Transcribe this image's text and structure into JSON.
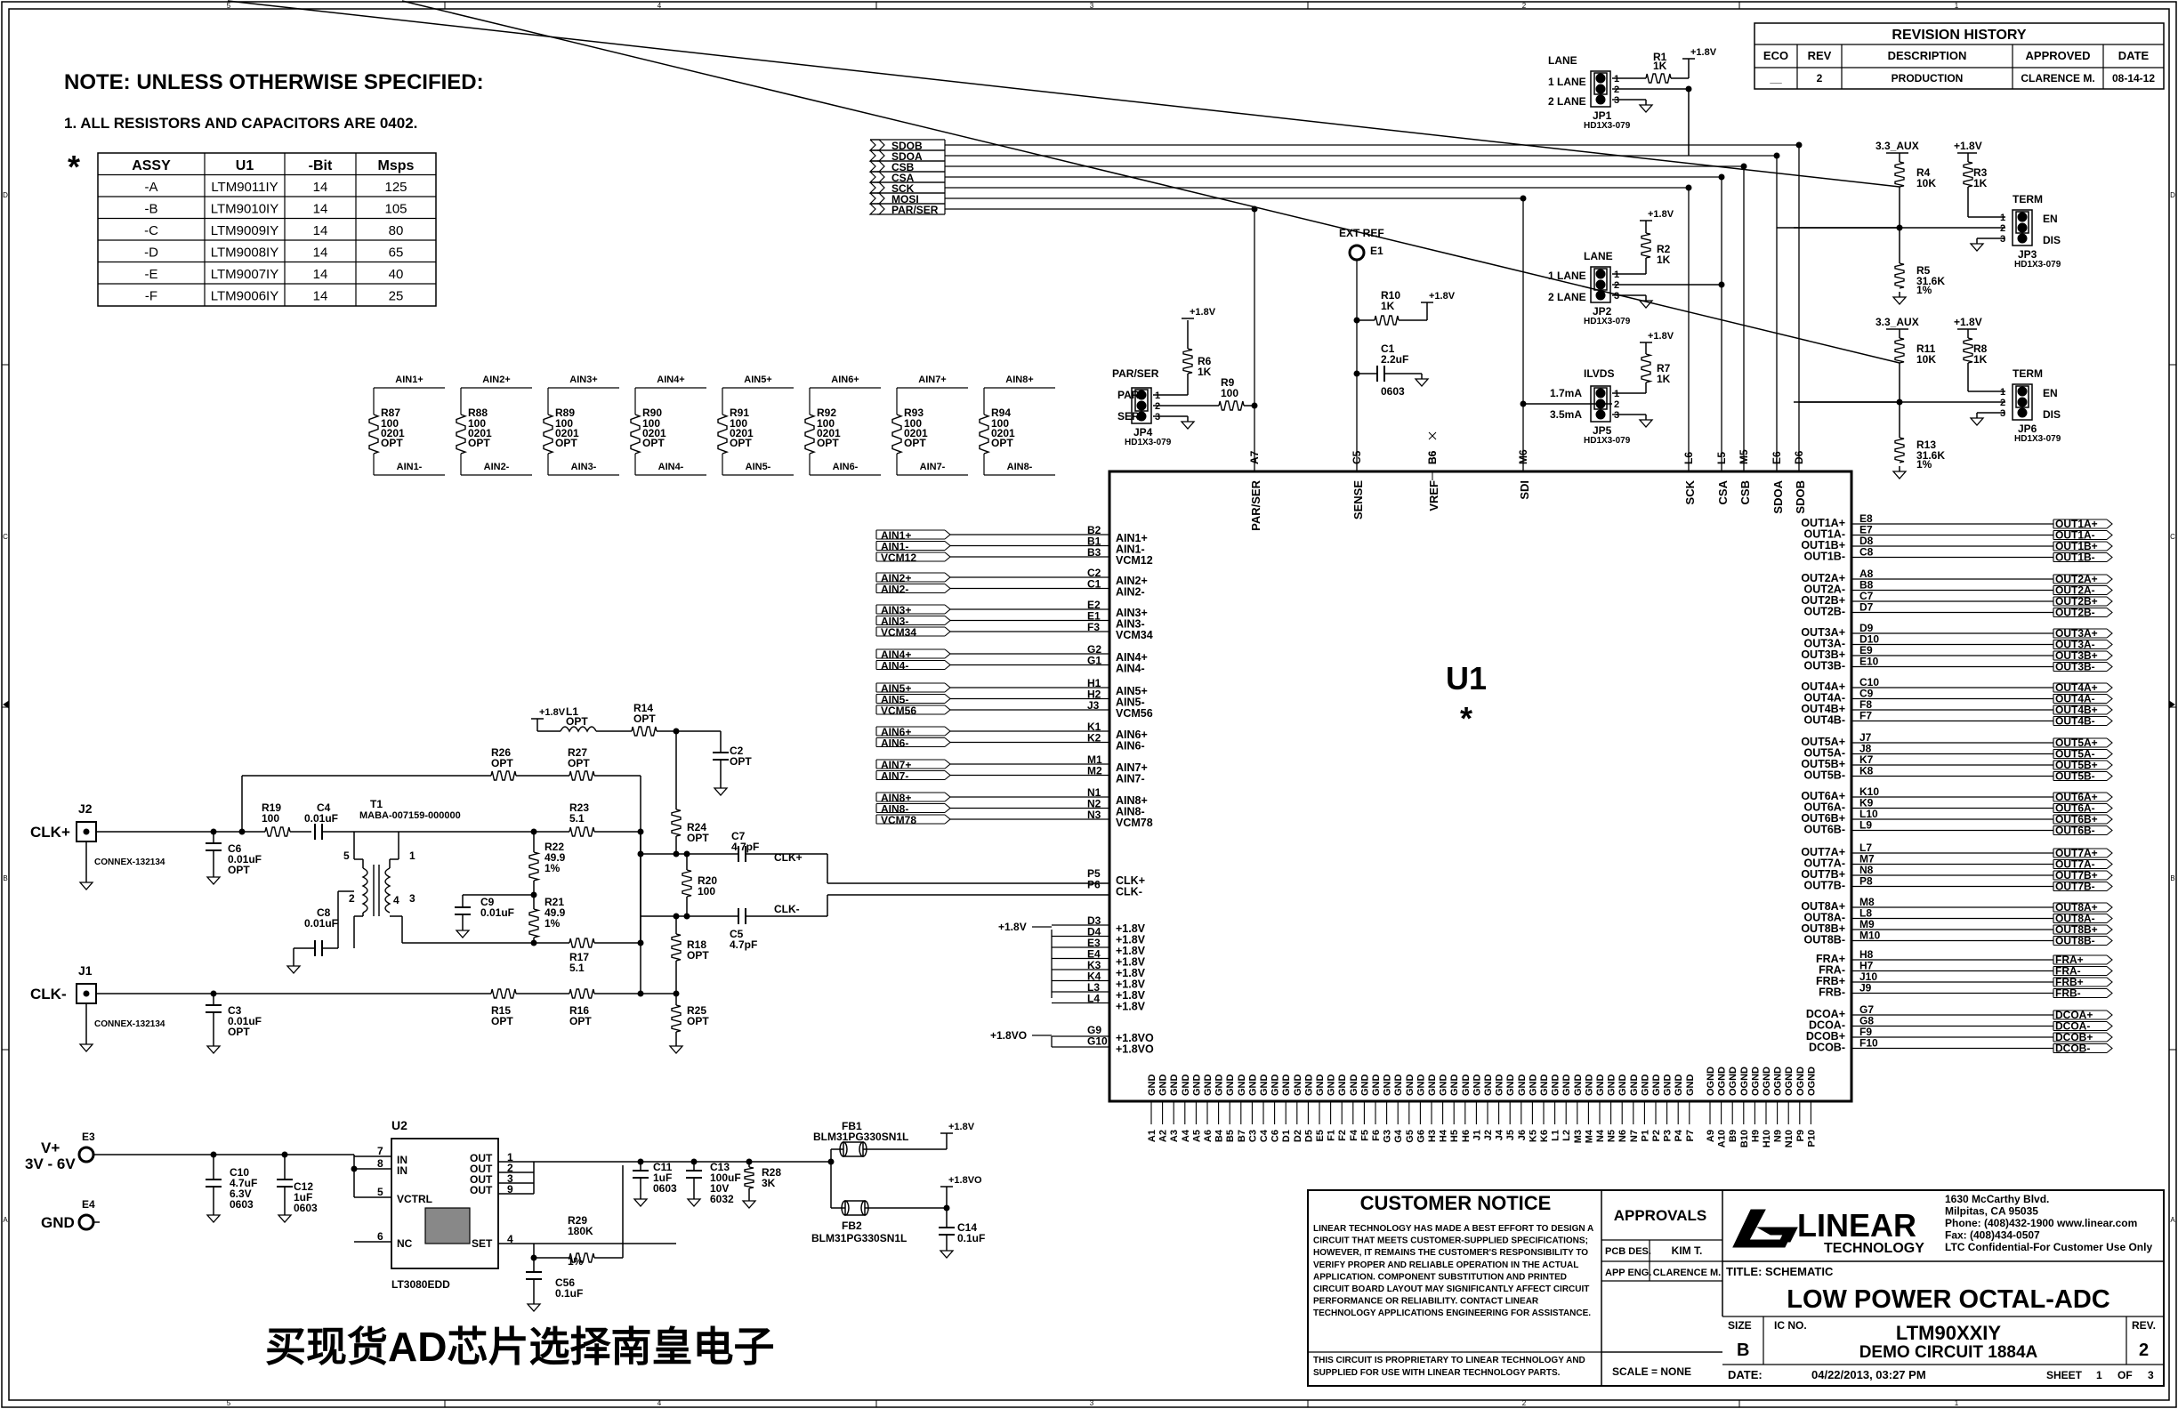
{
  "notes": {
    "title": "NOTE: UNLESS OTHERWISE SPECIFIED:",
    "line1": "1.  ALL RESISTORS AND CAPACITORS ARE 0402.",
    "star": "*"
  },
  "assy_table": {
    "headers": [
      "ASSY",
      "U1",
      "-Bit",
      "Msps"
    ],
    "rows": [
      [
        "-A",
        "LTM9011IY",
        "14",
        "125"
      ],
      [
        "-B",
        "LTM9010IY",
        "14",
        "105"
      ],
      [
        "-C",
        "LTM9009IY",
        "14",
        "80"
      ],
      [
        "-D",
        "LTM9008IY",
        "14",
        "65"
      ],
      [
        "-E",
        "LTM9007IY",
        "14",
        "40"
      ],
      [
        "-F",
        "LTM9006IY",
        "14",
        "25"
      ]
    ]
  },
  "border": {
    "cols": [
      "5",
      "4",
      "3",
      "2",
      "1"
    ],
    "rows": [
      "D",
      "C",
      "B",
      "A"
    ]
  },
  "revision_history": {
    "title": "REVISION HISTORY",
    "headers": [
      "ECO",
      "REV",
      "DESCRIPTION",
      "APPROVED",
      "DATE"
    ],
    "row": [
      "__",
      "2",
      "PRODUCTION",
      "CLARENCE M.",
      "08-14-12"
    ]
  },
  "spi_bus": [
    "SDOB",
    "SDOA",
    "CSB",
    "CSA",
    "SCK",
    "MOSI",
    "PAR/SER"
  ],
  "term_resistors": [
    {
      "ref": "R87",
      "top": "AIN1+",
      "bottom": "AIN1-"
    },
    {
      "ref": "R88",
      "top": "AIN2+",
      "bottom": "AIN2-"
    },
    {
      "ref": "R89",
      "top": "AIN3+",
      "bottom": "AIN3-"
    },
    {
      "ref": "R90",
      "top": "AIN4+",
      "bottom": "AIN4-"
    },
    {
      "ref": "R91",
      "top": "AIN5+",
      "bottom": "AIN5-"
    },
    {
      "ref": "R92",
      "top": "AIN6+",
      "bottom": "AIN6-"
    },
    {
      "ref": "R93",
      "top": "AIN7+",
      "bottom": "AIN7-"
    },
    {
      "ref": "R94",
      "top": "AIN8+",
      "bottom": "AIN8-"
    }
  ],
  "term_values": [
    "100",
    "0201",
    "OPT"
  ],
  "u1": {
    "ref": "U1",
    "star": "*",
    "top_pins": [
      {
        "num": "A7",
        "name": "PAR/SER"
      },
      {
        "num": "C5",
        "name": "SENSE"
      },
      {
        "num": "B6",
        "name": "VREF"
      },
      {
        "num": "M6",
        "name": "SDI"
      },
      {
        "num": "L6",
        "name": "SCK"
      },
      {
        "num": "L5",
        "name": "CSA"
      },
      {
        "num": "M5",
        "name": "CSB"
      },
      {
        "num": "E6",
        "name": "SDOA"
      },
      {
        "num": "D6",
        "name": "SDOB"
      }
    ],
    "left_groups": [
      {
        "nets": [
          "AIN1+",
          "AIN1-",
          "VCM12"
        ],
        "pins": [
          "B2",
          "B1",
          "B3"
        ],
        "names": [
          "AIN1+",
          "AIN1-",
          "VCM12"
        ]
      },
      {
        "nets": [
          "AIN2+",
          "AIN2-"
        ],
        "pins": [
          "C2",
          "C1"
        ],
        "names": [
          "AIN2+",
          "AIN2-"
        ]
      },
      {
        "nets": [
          "AIN3+",
          "AIN3-",
          "VCM34"
        ],
        "pins": [
          "E2",
          "E1",
          "F3"
        ],
        "names": [
          "AIN3+",
          "AIN3-",
          "VCM34"
        ]
      },
      {
        "nets": [
          "AIN4+",
          "AIN4-"
        ],
        "pins": [
          "G2",
          "G1"
        ],
        "names": [
          "AIN4+",
          "AIN4-"
        ]
      },
      {
        "nets": [
          "AIN5+",
          "AIN5-",
          "VCM56"
        ],
        "pins": [
          "H1",
          "H2",
          "J3"
        ],
        "names": [
          "AIN5+",
          "AIN5-",
          "VCM56"
        ]
      },
      {
        "nets": [
          "AIN6+",
          "AIN6-"
        ],
        "pins": [
          "K1",
          "K2"
        ],
        "names": [
          "AIN6+",
          "AIN6-"
        ]
      },
      {
        "nets": [
          "AIN7+",
          "AIN7-"
        ],
        "pins": [
          "M1",
          "M2"
        ],
        "names": [
          "AIN7+",
          "AIN7-"
        ]
      },
      {
        "nets": [
          "AIN8+",
          "AIN8-",
          "VCM78"
        ],
        "pins": [
          "N1",
          "N2",
          "N3"
        ],
        "names": [
          "AIN8+",
          "AIN8-",
          "VCM78"
        ]
      }
    ],
    "clk_pins": [
      {
        "num": "P5",
        "name": "CLK+"
      },
      {
        "num": "P6",
        "name": "CLK-"
      }
    ],
    "supply_pins": [
      "D3",
      "D4",
      "E3",
      "E4",
      "K3",
      "K4",
      "L3",
      "L4"
    ],
    "supply_name": "+1.8V",
    "supply_net": "+1.8V",
    "vo_pins": [
      {
        "num": "G9",
        "name": "+1.8VO"
      },
      {
        "num": "G10",
        "name": "+1.8VO"
      }
    ],
    "vo_net": "+1.8VO",
    "right_groups": [
      {
        "names": [
          "OUT1A+",
          "OUT1A-",
          "OUT1B+",
          "OUT1B-"
        ],
        "pins": [
          "E8",
          "E7",
          "D8",
          "C8"
        ]
      },
      {
        "names": [
          "OUT2A+",
          "OUT2A-",
          "OUT2B+",
          "OUT2B-"
        ],
        "pins": [
          "A8",
          "B8",
          "C7",
          "D7"
        ]
      },
      {
        "names": [
          "OUT3A+",
          "OUT3A-",
          "OUT3B+",
          "OUT3B-"
        ],
        "pins": [
          "D9",
          "D10",
          "E9",
          "E10"
        ]
      },
      {
        "names": [
          "OUT4A+",
          "OUT4A-",
          "OUT4B+",
          "OUT4B-"
        ],
        "pins": [
          "C10",
          "C9",
          "F8",
          "F7"
        ]
      },
      {
        "names": [
          "OUT5A+",
          "OUT5A-",
          "OUT5B+",
          "OUT5B-"
        ],
        "pins": [
          "J7",
          "J8",
          "K7",
          "K8"
        ]
      },
      {
        "names": [
          "OUT6A+",
          "OUT6A-",
          "OUT6B+",
          "OUT6B-"
        ],
        "pins": [
          "K10",
          "K9",
          "L10",
          "L9"
        ]
      },
      {
        "names": [
          "OUT7A+",
          "OUT7A-",
          "OUT7B+",
          "OUT7B-"
        ],
        "pins": [
          "L7",
          "M7",
          "N8",
          "P8"
        ]
      },
      {
        "names": [
          "OUT8A+",
          "OUT8A-",
          "OUT8B+",
          "OUT8B-"
        ],
        "pins": [
          "M8",
          "L8",
          "M9",
          "M10"
        ]
      },
      {
        "names": [
          "FRA+",
          "FRA-",
          "FRB+",
          "FRB-"
        ],
        "pins": [
          "H8",
          "H7",
          "J10",
          "J9"
        ]
      },
      {
        "names": [
          "DCOA+",
          "DCOA-",
          "DCOB+",
          "DCOB-"
        ],
        "pins": [
          "G7",
          "G8",
          "F9",
          "F10"
        ]
      }
    ],
    "gnd_pins": [
      "A1",
      "A2",
      "A3",
      "A4",
      "A5",
      "A6",
      "B4",
      "B5",
      "B7",
      "C3",
      "C4",
      "C6",
      "D1",
      "D2",
      "D5",
      "E5",
      "F1",
      "F2",
      "F4",
      "F5",
      "F6",
      "G3",
      "G4",
      "G5",
      "G6",
      "H3",
      "H4",
      "H5",
      "H6",
      "J1",
      "J2",
      "J4",
      "J5",
      "J6",
      "K5",
      "K6",
      "L1",
      "L2",
      "M3",
      "M4",
      "N4",
      "N5",
      "N6",
      "N7",
      "P1",
      "P2",
      "P3",
      "P4",
      "P7"
    ],
    "ognd_pins": [
      "A9",
      "A10",
      "B9",
      "B10",
      "H9",
      "H10",
      "N9",
      "N10",
      "P9",
      "P10"
    ],
    "gnd_label": "GND",
    "ognd_label": "OGND"
  },
  "jumpers": {
    "jp1": {
      "ref": "JP1",
      "part": "HD1X3-079",
      "title": "LANE",
      "opt1": "1 LANE",
      "opt2": "2 LANE",
      "r": "R1",
      "rv": "1K",
      "pwr": "+1.8V"
    },
    "jp2": {
      "ref": "JP2",
      "part": "HD1X3-079",
      "title": "LANE",
      "opt1": "1 LANE",
      "opt2": "2 LANE",
      "r": "R2",
      "rv": "1K",
      "pwr": "+1.8V"
    },
    "jp5": {
      "ref": "JP5",
      "part": "HD1X3-079",
      "title": "ILVDS",
      "opt1": "1.7mA",
      "opt2": "3.5mA",
      "r": "R7",
      "rv": "1K",
      "pwr": "+1.8V"
    },
    "jp4": {
      "ref": "JP4",
      "part": "HD1X3-079",
      "title": "PAR/SER",
      "opt1": "PAR",
      "opt2": "SER",
      "r": "R6",
      "rv": "1K",
      "pwr": "+1.8V",
      "r9": "R9",
      "r9v": "100"
    },
    "jp3": {
      "ref": "JP3",
      "part": "HD1X3-079",
      "title": "TERM",
      "opt1": "EN",
      "opt2": "DIS",
      "aux": "3.3_AUX",
      "pwr": "+1.8V",
      "ra": "R4",
      "rav": "10K",
      "rb": "R3",
      "rbv": "1K",
      "rc": "R5",
      "rcv": "31.6K",
      "rct": "1%"
    },
    "jp6": {
      "ref": "JP6",
      "part": "HD1X3-079",
      "title": "TERM",
      "opt1": "EN",
      "opt2": "DIS",
      "aux": "3.3_AUX",
      "pwr": "+1.8V",
      "ra": "R11",
      "rav": "10K",
      "rb": "R8",
      "rbv": "1K",
      "rc": "R13",
      "rcv": "31.6K",
      "rct": "1%"
    }
  },
  "pin_numbers": [
    "1",
    "2",
    "3"
  ],
  "extref": {
    "name": "EXT REF",
    "ref": "E1",
    "r": "R10",
    "rv": "1K",
    "pwr": "+1.8V",
    "c": "C1",
    "cv": "2.2uF",
    "cs": "0603"
  },
  "clock": {
    "j2": {
      "net": "CLK+",
      "ref": "J2",
      "part": "CONNEX-132134"
    },
    "j1": {
      "net": "CLK-",
      "ref": "J1",
      "part": "CONNEX-132134"
    },
    "pwr": "+1.8V",
    "l1": [
      "L1",
      "OPT"
    ],
    "r14": [
      "R14",
      "OPT"
    ],
    "c2": [
      "C2",
      "OPT"
    ],
    "r26": [
      "R26",
      "OPT"
    ],
    "r27": [
      "R27",
      "OPT"
    ],
    "r19": [
      "R19",
      "100"
    ],
    "c4": [
      "C4",
      "0.01uF"
    ],
    "t1": [
      "T1",
      "MABA-007159-000000"
    ],
    "tpins": [
      "5",
      "1",
      "2",
      "4",
      "3"
    ],
    "r23": [
      "R23",
      "5.1"
    ],
    "r24": [
      "R24",
      "OPT"
    ],
    "c7": [
      "C7",
      "4.7pF"
    ],
    "r22": [
      "R22",
      "49.9",
      "1%"
    ],
    "r21": [
      "R21",
      "49.9",
      "1%"
    ],
    "c9": [
      "C9",
      "0.01uF"
    ],
    "c8": [
      "C8",
      "0.01uF"
    ],
    "r20": [
      "R20",
      "100"
    ],
    "c5": [
      "C5",
      "4.7pF"
    ],
    "r17": [
      "R17",
      "5.1"
    ],
    "r18": [
      "R18",
      "OPT"
    ],
    "c6": [
      "C6",
      "0.01uF",
      "OPT"
    ],
    "c3": [
      "C3",
      "0.01uF",
      "OPT"
    ],
    "r15": [
      "R15",
      "OPT"
    ],
    "r16": [
      "R16",
      "OPT"
    ],
    "r25": [
      "R25",
      "OPT"
    ],
    "nets": [
      "CLK+",
      "CLK-"
    ]
  },
  "power": {
    "e3": {
      "ref": "E3",
      "net": "V+",
      "range": "3V - 6V"
    },
    "e4": {
      "ref": "E4",
      "net": "GND"
    },
    "c10": [
      "C10",
      "4.7uF",
      "6.3V",
      "0603"
    ],
    "c12": [
      "C12",
      "1uF",
      "0603"
    ],
    "u2": {
      "ref": "U2",
      "part": "LT3080EDD",
      "pins_left": [
        "7",
        "8",
        "5",
        "6"
      ],
      "pins_right": [
        "1",
        "2",
        "3",
        "9",
        "4"
      ],
      "names": [
        "IN",
        "IN",
        "VCTRL",
        "NC",
        "OUT",
        "OUT",
        "OUT",
        "OUT",
        "SET"
      ]
    },
    "r29": [
      "R29",
      "180K",
      "1%"
    ],
    "c56": [
      "C56",
      "0.1uF"
    ],
    "c11": [
      "C11",
      "1uF",
      "0603"
    ],
    "c13": [
      "C13",
      "100uF",
      "10V",
      "6032"
    ],
    "r28": [
      "R28",
      "3K"
    ],
    "fb1": [
      "FB1",
      "BLM31PG330SN1L"
    ],
    "fb2": [
      "FB2",
      "BLM31PG330SN1L"
    ],
    "c14": [
      "C14",
      "0.1uF"
    ],
    "out1": "+1.8V",
    "out2": "+1.8VO"
  },
  "title_block": {
    "notice_title": "CUSTOMER NOTICE",
    "notice_lines": [
      "LINEAR TECHNOLOGY HAS MADE A BEST EFFORT TO DESIGN A",
      "CIRCUIT THAT MEETS CUSTOMER-SUPPLIED SPECIFICATIONS;",
      "HOWEVER, IT REMAINS THE CUSTOMER'S RESPONSIBILITY TO",
      "VERIFY PROPER AND RELIABLE OPERATION IN THE ACTUAL",
      "APPLICATION.  COMPONENT SUBSTITUTION AND PRINTED",
      "CIRCUIT BOARD LAYOUT MAY SIGNIFICANTLY AFFECT CIRCUIT",
      "PERFORMANCE OR RELIABILITY.  CONTACT LINEAR",
      "TECHNOLOGY APPLICATIONS ENGINEERING FOR ASSISTANCE."
    ],
    "proprietary": [
      "THIS CIRCUIT IS PROPRIETARY TO LINEAR TECHNOLOGY AND",
      "SUPPLIED FOR USE WITH LINEAR TECHNOLOGY PARTS."
    ],
    "approvals": "APPROVALS",
    "pcb_des": "PCB DES.",
    "pcb_name": "KIM T.",
    "app_eng": "APP ENG.",
    "app_name": "CLARENCE M.",
    "scale": "SCALE = NONE",
    "logo_text": "LINEAR",
    "logo_sub": "TECHNOLOGY",
    "address": [
      "1630 McCarthy Blvd.",
      "Milpitas, CA 95035",
      "Phone: (408)432-1900  www.linear.com",
      "Fax: (408)434-0507",
      "LTC Confidential-For Customer Use Only"
    ],
    "title_label": "TITLE:  SCHEMATIC",
    "title": "LOW POWER OCTAL-ADC",
    "size_label": "SIZE",
    "size": "B",
    "ic_label": "IC NO.",
    "ic": "LTM90XXIY",
    "demo": "DEMO CIRCUIT 1884A",
    "rev_label": "REV.",
    "rev": "2",
    "date_label": "DATE:",
    "date": "04/22/2013, 03:27 PM",
    "sheet": "SHEET",
    "sheet_num": "1",
    "of": "OF",
    "sheet_total": "3"
  },
  "watermark": "买现货AD芯片选择南皇电子"
}
